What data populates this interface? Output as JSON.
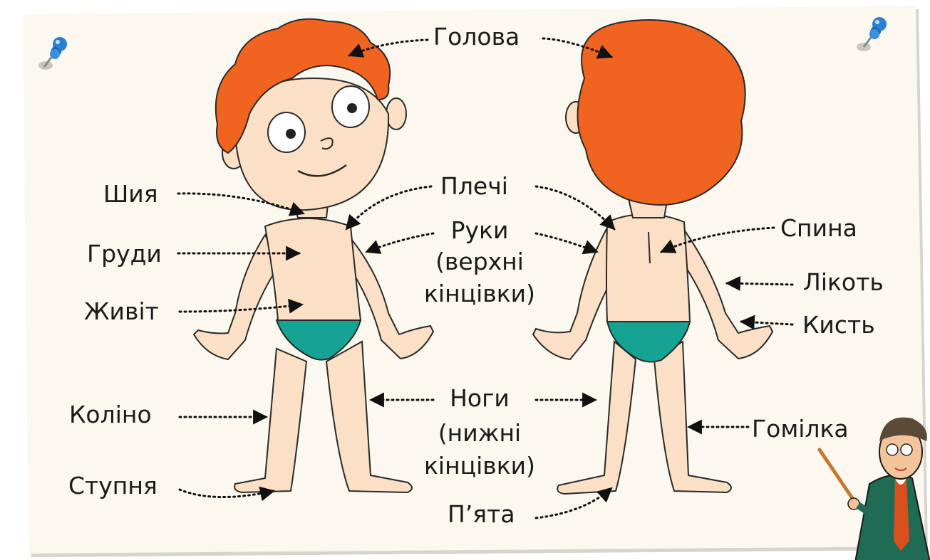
{
  "labels": {
    "head": "Голова",
    "neck": "Шия",
    "shoulders": "Плечі",
    "chest": "Груди",
    "arms": "Руки",
    "arms_note_1": "(верхні",
    "arms_note_2": "кінцівки)",
    "back": "Спина",
    "elbow": "Лікоть",
    "belly": "Живіт",
    "hand": "Кисть",
    "knee": "Коліно",
    "legs": "Ноги",
    "legs_note_1": "(нижні",
    "legs_note_2": "кінцівки)",
    "shin": "Гомілка",
    "foot": "Ступня",
    "heel": "П’ята"
  },
  "colors": {
    "paper": "#fbf8ef",
    "hair": "#f0641f",
    "skin": "#fce0c6",
    "underwear": "#16a394",
    "outline": "#2a2a2a",
    "pin": "#2d7fd0",
    "teacher_suit": "#1f6b53",
    "teacher_tie": "#d9501d"
  },
  "icons": [
    "pushpin-icon",
    "pushpin-icon",
    "teacher-with-pointer-icon"
  ]
}
